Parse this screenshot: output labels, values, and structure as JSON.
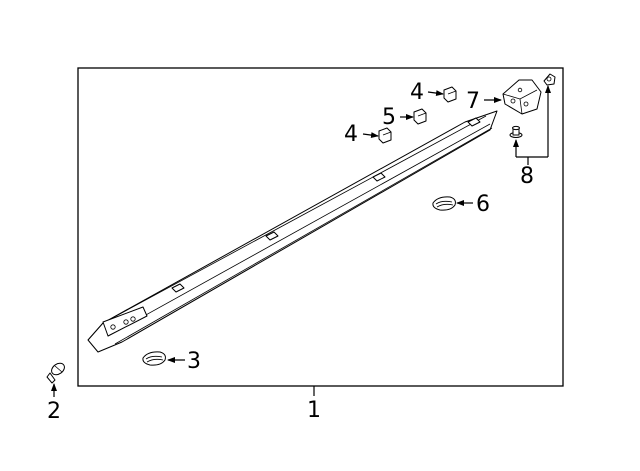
{
  "diagram": {
    "callouts": {
      "c1": "1",
      "c2": "2",
      "c3": "3",
      "c4a": "4",
      "c4b": "4",
      "c5": "5",
      "c6": "6",
      "c7": "7",
      "c8": "8"
    }
  }
}
